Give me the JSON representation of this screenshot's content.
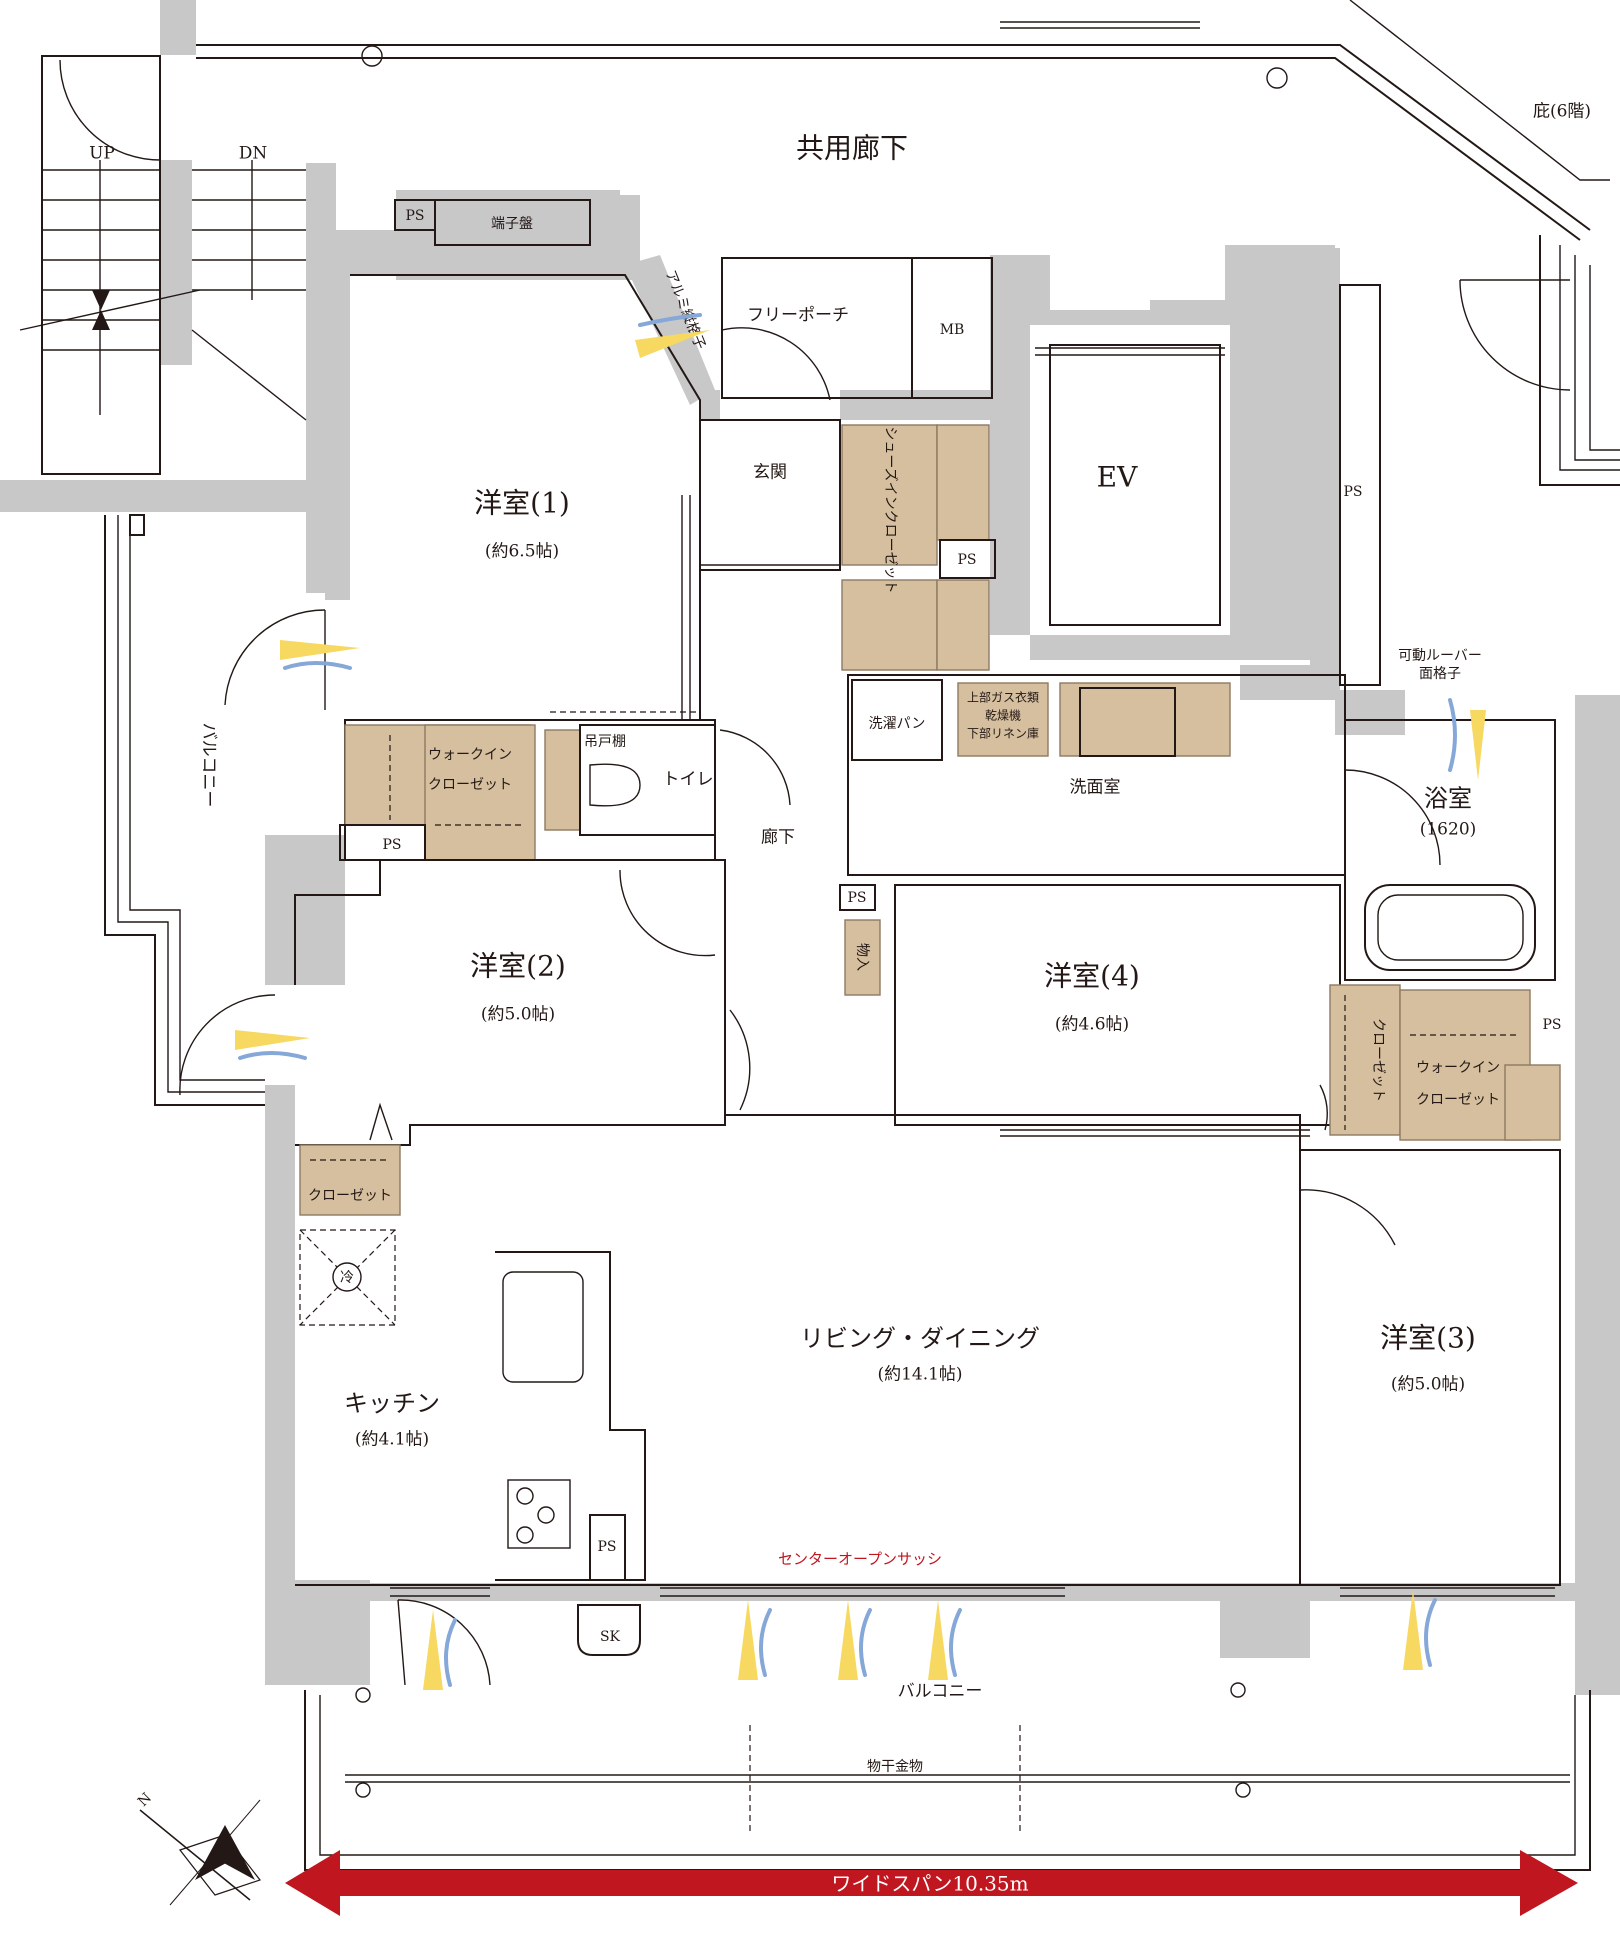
{
  "rooms": {
    "corridor": "共用廊下",
    "eaves": "庇(6階)",
    "stairs_up": "UP",
    "stairs_down": "DN",
    "terminal": "端子盤",
    "aluminum_grille": "アルミ縦格子",
    "free_porch": "フリーポーチ",
    "mb": "MB",
    "ev": "EV",
    "ps": "PS",
    "entrance": "玄関",
    "shoes_closet": "シューズインクローゼット",
    "room1_name": "洋室(1)",
    "room1_size": "(約6.5帖)",
    "balcony_side": "バルコニー",
    "wic": "ウォークイン",
    "wic2": "クローゼット",
    "hanging_shelf": "吊戸棚",
    "toilet": "トイレ",
    "hallway": "廊下",
    "laundry_pan": "洗濯パン",
    "dryer_line1": "上部ガス衣類",
    "dryer_line2": "乾燥機",
    "dryer_line3": "下部リネン庫",
    "washroom": "洗面室",
    "louver_line1": "可動ルーバー",
    "louver_line2": "面格子",
    "bathroom": "浴室",
    "bath_size": "(1620)",
    "storage": "物入",
    "room2_name": "洋室(2)",
    "room2_size": "(約5.0帖)",
    "room4_name": "洋室(4)",
    "room4_size": "(約4.6帖)",
    "closet": "クローゼット",
    "fridge": "冷",
    "kitchen_name": "キッチン",
    "kitchen_size": "(約4.1帖)",
    "living_name": "リビング・ダイニング",
    "living_size": "(約14.1帖)",
    "room3_name": "洋室(3)",
    "room3_size": "(約5.0帖)",
    "center_sash": "センターオープンサッシ",
    "sk": "SK",
    "balcony_main": "バルコニー",
    "drying_rack": "物干金物",
    "north": "N",
    "wide_span": "ワイドスパン10.35m"
  },
  "colors": {
    "wall": "#c8c8c9",
    "storage_fill": "#d6bf9f",
    "arrow_red": "#c0161f",
    "wind_yellow": "#f7d860",
    "wind_blue": "#86a8d8"
  }
}
